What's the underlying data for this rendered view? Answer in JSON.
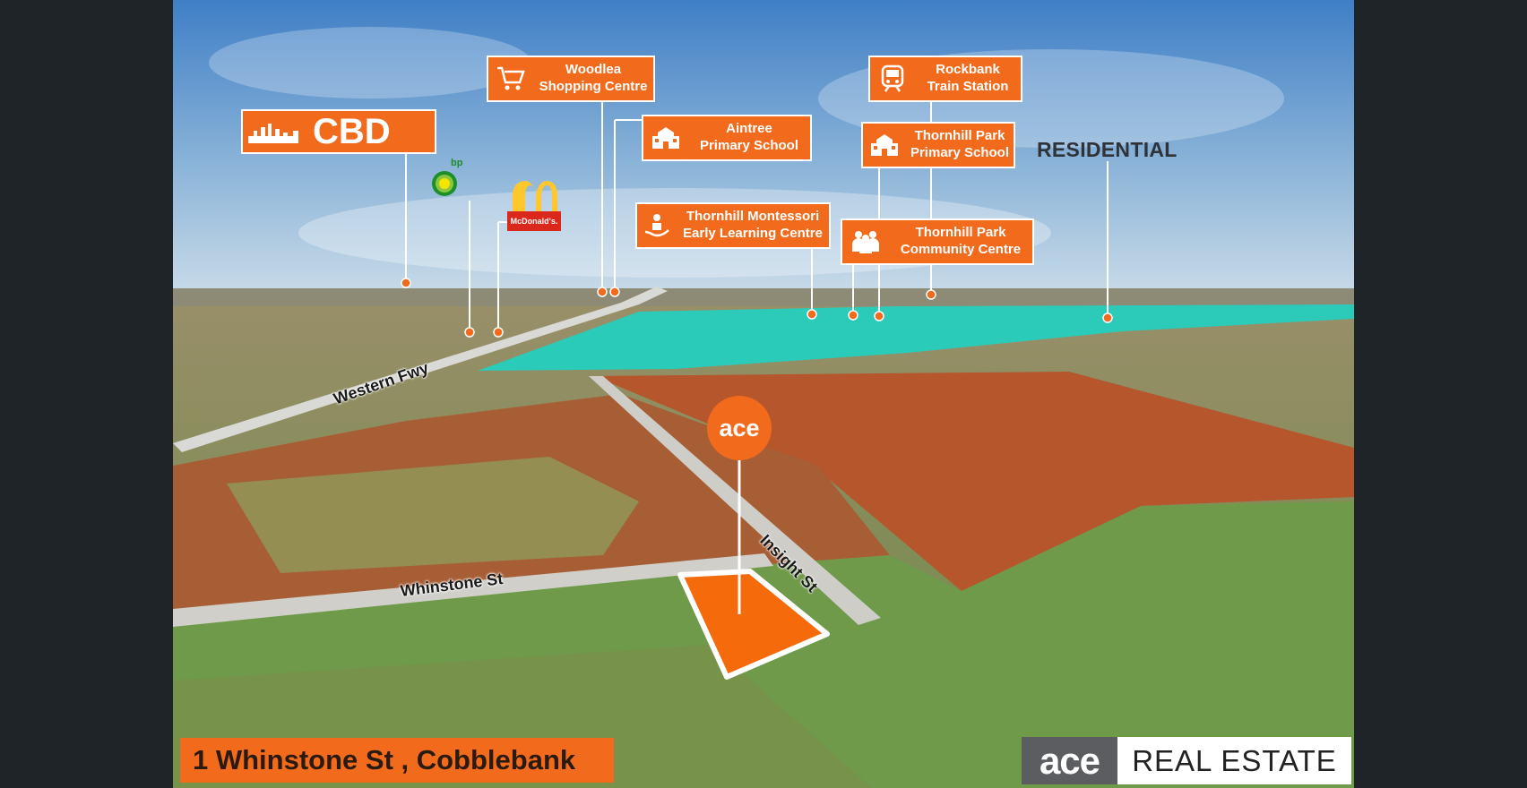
{
  "colors": {
    "accent": "#f26b1d",
    "sky": "#7fa6c9",
    "cyan_zone": "#19d6c8",
    "dirt": "#b5562c",
    "grass": "#6f9a49"
  },
  "callouts": {
    "cbd": {
      "label": "CBD",
      "icon": "city-skyline-icon"
    },
    "woodlea": {
      "line1": "Woodlea",
      "line2": "Shopping Centre",
      "icon": "shopping-cart-icon"
    },
    "aintree": {
      "line1": "Aintree",
      "line2": "Primary School",
      "icon": "school-icon"
    },
    "montessori": {
      "line1": "Thornhill Montessori",
      "line2": "Early Learning Centre",
      "icon": "child-care-icon"
    },
    "rockbank": {
      "line1": "Rockbank",
      "line2": "Train Station",
      "icon": "train-icon"
    },
    "thornhill_school": {
      "line1": "Thornhill Park",
      "line2": "Primary School",
      "icon": "school-icon"
    },
    "community": {
      "line1": "Thornhill Park",
      "line2": "Community Centre",
      "icon": "people-icon"
    }
  },
  "residential": "RESIDENTIAL",
  "bp_label": "bp",
  "mcdonalds_label": "McDonald's.",
  "roads": {
    "western": "Western Fwy",
    "whinstone": "Whinstone St",
    "insight": "Insight St"
  },
  "pin_label": "ace",
  "address": "1 Whinstone St , Cobblebank",
  "brand": {
    "ace": "ace",
    "real_estate": "REAL ESTATE"
  }
}
